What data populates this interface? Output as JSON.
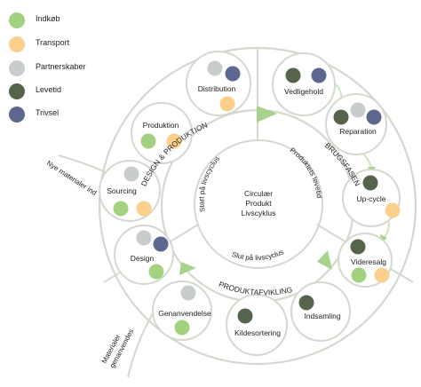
{
  "legend": [
    {
      "label": "Indkøb",
      "color": "#a3d27e"
    },
    {
      "label": "Transport",
      "color": "#fcd08c"
    },
    {
      "label": "Partnerskaber",
      "color": "#c8cccb"
    },
    {
      "label": "Levetid",
      "color": "#56644c"
    },
    {
      "label": "Trivsel",
      "color": "#5c6890"
    }
  ],
  "center": {
    "line1": "Circulær",
    "line2": "Produkt",
    "line3": "Livscyklus",
    "start_label": "Start på livscyclus",
    "slut_label": "Slut på livscyclus",
    "produktets_label": "Produktets levetid"
  },
  "phases": {
    "design": "DESIGN & PRODUKTION",
    "brug": "BRUGSFASEN",
    "afvikling": "PRODUKTAFVIKLING"
  },
  "arrows": {
    "nye": "Nye materialer ind",
    "materialer_line1": "Materialer",
    "materialer_line2": "genanvendes"
  },
  "nodes": {
    "distribution": {
      "label": "Distribution",
      "dots": [
        "partnerskaber",
        "trivsel",
        "transport"
      ]
    },
    "produktion": {
      "label": "Produktion",
      "dots": [
        "indkob",
        "transport"
      ]
    },
    "sourcing": {
      "label": "Sourcing",
      "dots": [
        "partnerskaber",
        "indkob",
        "transport"
      ]
    },
    "design": {
      "label": "Design",
      "dots": [
        "partnerskaber",
        "trivsel",
        "indkob"
      ]
    },
    "genanvendelse": {
      "label": "Genanvendelse",
      "dots": [
        "partnerskaber",
        "indkob"
      ]
    },
    "kildesortering": {
      "label": "Kildesortering",
      "dots": [
        "levetid"
      ]
    },
    "indsamling": {
      "label": "Indsamling",
      "dots": [
        "levetid"
      ]
    },
    "videresalg": {
      "label": "Videresalg",
      "dots": [
        "levetid",
        "indkob",
        "transport"
      ]
    },
    "upcycle": {
      "label": "Up-cycle",
      "dots": [
        "levetid",
        "transport"
      ]
    },
    "reparation": {
      "label": "Reparation",
      "dots": [
        "levetid",
        "partnerskaber",
        "trivsel"
      ]
    },
    "vedligehold": {
      "label": "Vedligehold",
      "dots": [
        "levetid",
        "trivsel"
      ]
    }
  }
}
